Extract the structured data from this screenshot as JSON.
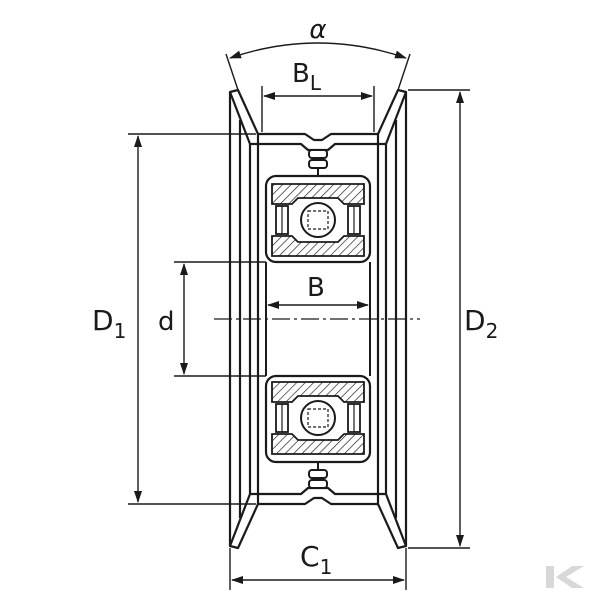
{
  "labels": {
    "alpha": "α",
    "bl_main": "B",
    "bl_sub": "L",
    "b": "B",
    "d_small": "d",
    "d1_main": "D",
    "d1_sub": "1",
    "d2_main": "D",
    "d2_sub": "2",
    "c1_main": "C",
    "c1_sub": "1"
  },
  "colors": {
    "line": "#1a1a1a",
    "hatch": "#1a1a1a",
    "watermark": "#d8d8d8"
  },
  "icons": {
    "watermark": "brand-k-logo-icon"
  }
}
